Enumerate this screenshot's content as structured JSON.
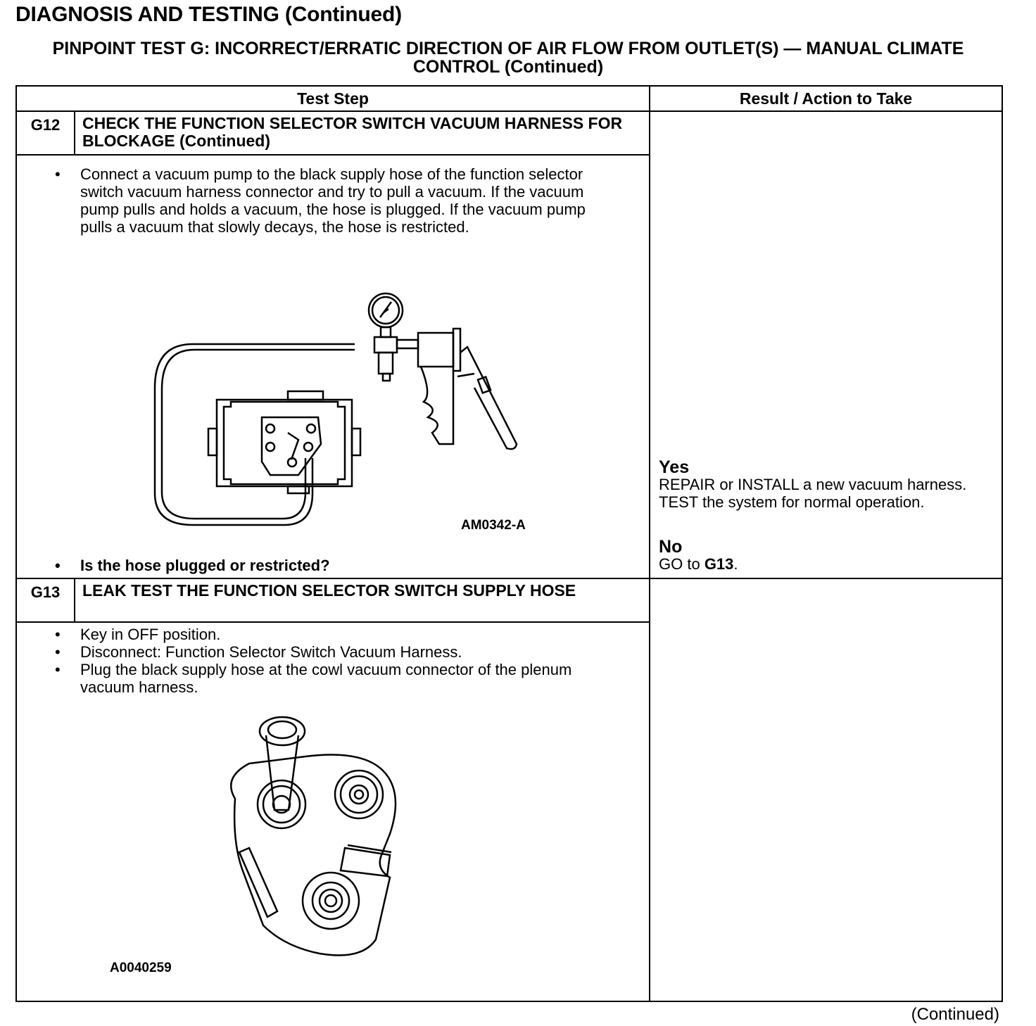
{
  "header": {
    "title": "DIAGNOSIS AND TESTING (Continued)",
    "subtitle": "PINPOINT TEST  G: INCORRECT/ERRATIC DIRECTION OF AIR FLOW FROM OUTLET(S) — MANUAL CLIMATE CONTROL (Continued)"
  },
  "table": {
    "col_test_step": "Test Step",
    "col_result": "Result / Action to Take"
  },
  "steps": [
    {
      "id": "G12",
      "title": "CHECK THE FUNCTION SELECTOR SWITCH VACUUM HARNESS FOR BLOCKAGE (Continued)",
      "bullets": [
        "Connect a vacuum pump to the black supply hose of the function selector switch vacuum harness connector and try to pull a vacuum. If the vacuum pump pulls and holds a vacuum, the hose is plugged. If the vacuum pump pulls a vacuum that slowly  decays, the hose is restricted."
      ],
      "figure_label": "AM0342-A",
      "question": "Is the hose plugged or restricted?",
      "yes_label": "Yes",
      "yes_text": "REPAIR or INSTALL a new vacuum harness. TEST the system for normal operation.",
      "no_label": "No",
      "no_text_prefix": "GO to ",
      "no_text_ref": "G13",
      "no_text_suffix": "."
    },
    {
      "id": "G13",
      "title": "LEAK TEST THE FUNCTION SELECTOR SWITCH SUPPLY HOSE",
      "bullets": [
        "Key in OFF position.",
        "Disconnect: Function Selector Switch Vacuum Harness.",
        "Plug the black supply hose at the cowl vacuum connector of the plenum vacuum harness."
      ],
      "figure_label": "A0040259"
    }
  ],
  "footer": {
    "continued": "(Continued)"
  }
}
